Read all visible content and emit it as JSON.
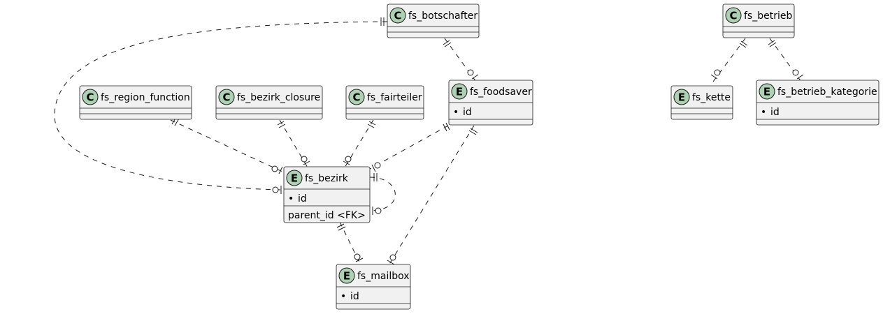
{
  "entities": {
    "fs_botschafter": {
      "badge": "C",
      "name": "fs_botschafter",
      "attributes": []
    },
    "fs_betrieb": {
      "badge": "C",
      "name": "fs_betrieb",
      "attributes": []
    },
    "fs_region_function": {
      "badge": "C",
      "name": "fs_region_function",
      "attributes": []
    },
    "fs_bezirk_closure": {
      "badge": "C",
      "name": "fs_bezirk_closure",
      "attributes": []
    },
    "fs_fairteiler": {
      "badge": "C",
      "name": "fs_fairteiler",
      "attributes": []
    },
    "fs_foodsaver": {
      "badge": "E",
      "name": "fs_foodsaver",
      "attributes": [
        {
          "bullet": "•",
          "name": "id"
        }
      ]
    },
    "fs_kette": {
      "badge": "E",
      "name": "fs_kette",
      "attributes": []
    },
    "fs_betrieb_kategorie": {
      "badge": "E",
      "name": "fs_betrieb_kategorie",
      "attributes": [
        {
          "bullet": "•",
          "name": "id"
        }
      ]
    },
    "fs_bezirk": {
      "badge": "E",
      "name": "fs_bezirk",
      "attributes": [
        {
          "bullet": "•",
          "name": "id"
        }
      ],
      "foreign_keys": [
        "parent_id <FK>"
      ]
    },
    "fs_mailbox": {
      "badge": "E",
      "name": "fs_mailbox",
      "attributes": [
        {
          "bullet": "•",
          "name": "id"
        }
      ]
    }
  },
  "relationships": [
    {
      "from": "fs_botschafter",
      "to": "fs_bezirk",
      "from_cardinality": "exactly-one",
      "to_cardinality": "zero-or-one"
    },
    {
      "from": "fs_botschafter",
      "to": "fs_foodsaver",
      "from_cardinality": "exactly-one",
      "to_cardinality": "zero-or-one"
    },
    {
      "from": "fs_betrieb",
      "to": "fs_kette",
      "from_cardinality": "exactly-one",
      "to_cardinality": "zero-or-one"
    },
    {
      "from": "fs_betrieb",
      "to": "fs_betrieb_kategorie",
      "from_cardinality": "exactly-one",
      "to_cardinality": "zero-or-one"
    },
    {
      "from": "fs_region_function",
      "to": "fs_bezirk",
      "from_cardinality": "exactly-one",
      "to_cardinality": "zero-or-one"
    },
    {
      "from": "fs_bezirk_closure",
      "to": "fs_bezirk",
      "from_cardinality": "exactly-one",
      "to_cardinality": "zero-or-one"
    },
    {
      "from": "fs_fairteiler",
      "to": "fs_bezirk",
      "from_cardinality": "exactly-one",
      "to_cardinality": "zero-or-one"
    },
    {
      "from": "fs_foodsaver",
      "to": "fs_bezirk",
      "from_cardinality": "exactly-one",
      "to_cardinality": "zero-or-one"
    },
    {
      "from": "fs_foodsaver",
      "to": "fs_mailbox",
      "from_cardinality": "exactly-one",
      "to_cardinality": "zero-or-one"
    },
    {
      "from": "fs_bezirk",
      "to": "fs_bezirk",
      "from_cardinality": "exactly-one",
      "to_cardinality": "zero-or-one"
    },
    {
      "from": "fs_bezirk",
      "to": "fs_mailbox",
      "from_cardinality": "exactly-one",
      "to_cardinality": "zero-or-one"
    }
  ]
}
